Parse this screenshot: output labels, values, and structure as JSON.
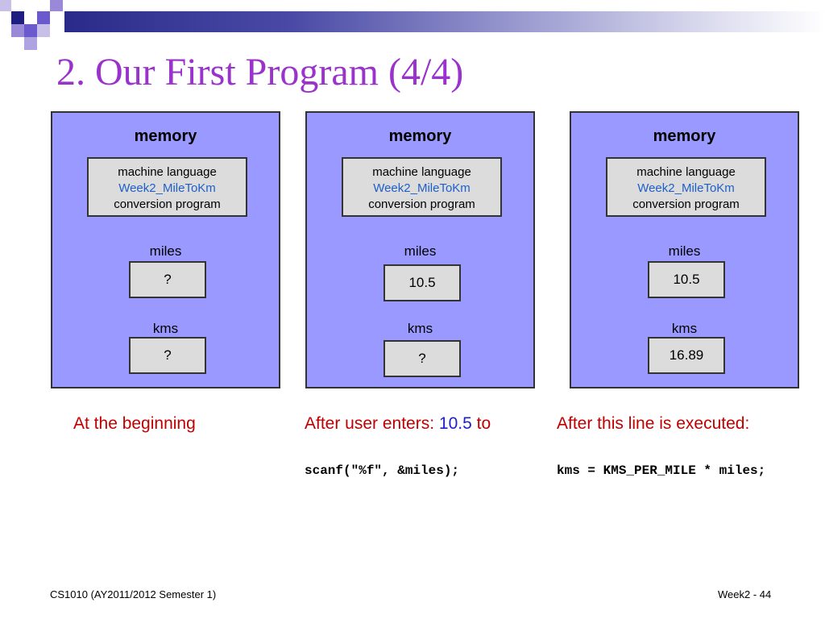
{
  "slide": {
    "title": "2. Our First Program (4/4)",
    "footer_left": "CS1010 (AY2011/2012 Semester 1)",
    "footer_right": "Week2 - 44",
    "colors": {
      "title": "#9933cc",
      "panel": "#9999ff",
      "box": "#dcdcdc",
      "caption": "#c00000",
      "program_name": "#1f5fc8",
      "value": "#1f1fcc"
    }
  },
  "panels": [
    {
      "heading": "memory",
      "prog_line1": "machine language",
      "prog_line2": "Week2_MileToKm",
      "prog_line3": "conversion program",
      "miles_label": "miles",
      "miles_value": "?",
      "kms_label": "kms",
      "kms_value": "?"
    },
    {
      "heading": "memory",
      "prog_line1": "machine language",
      "prog_line2": "Week2_MileToKm",
      "prog_line3": "conversion program",
      "miles_label": "miles",
      "miles_value": "10.5",
      "kms_label": "kms",
      "kms_value": "?"
    },
    {
      "heading": "memory",
      "prog_line1": "machine language",
      "prog_line2": "Week2_MileToKm",
      "prog_line3": "conversion program",
      "miles_label": "miles",
      "miles_value": "10.5",
      "kms_label": "kms",
      "kms_value": "16.89"
    }
  ],
  "captions": [
    {
      "text": "At the beginning"
    },
    {
      "prefix": "After user enters: ",
      "value": "10.5",
      "suffix": " to",
      "code": "scanf(\"%f\", &miles);"
    },
    {
      "text": "After this line is executed:",
      "code": "kms = KMS_PER_MILE * miles;"
    }
  ]
}
